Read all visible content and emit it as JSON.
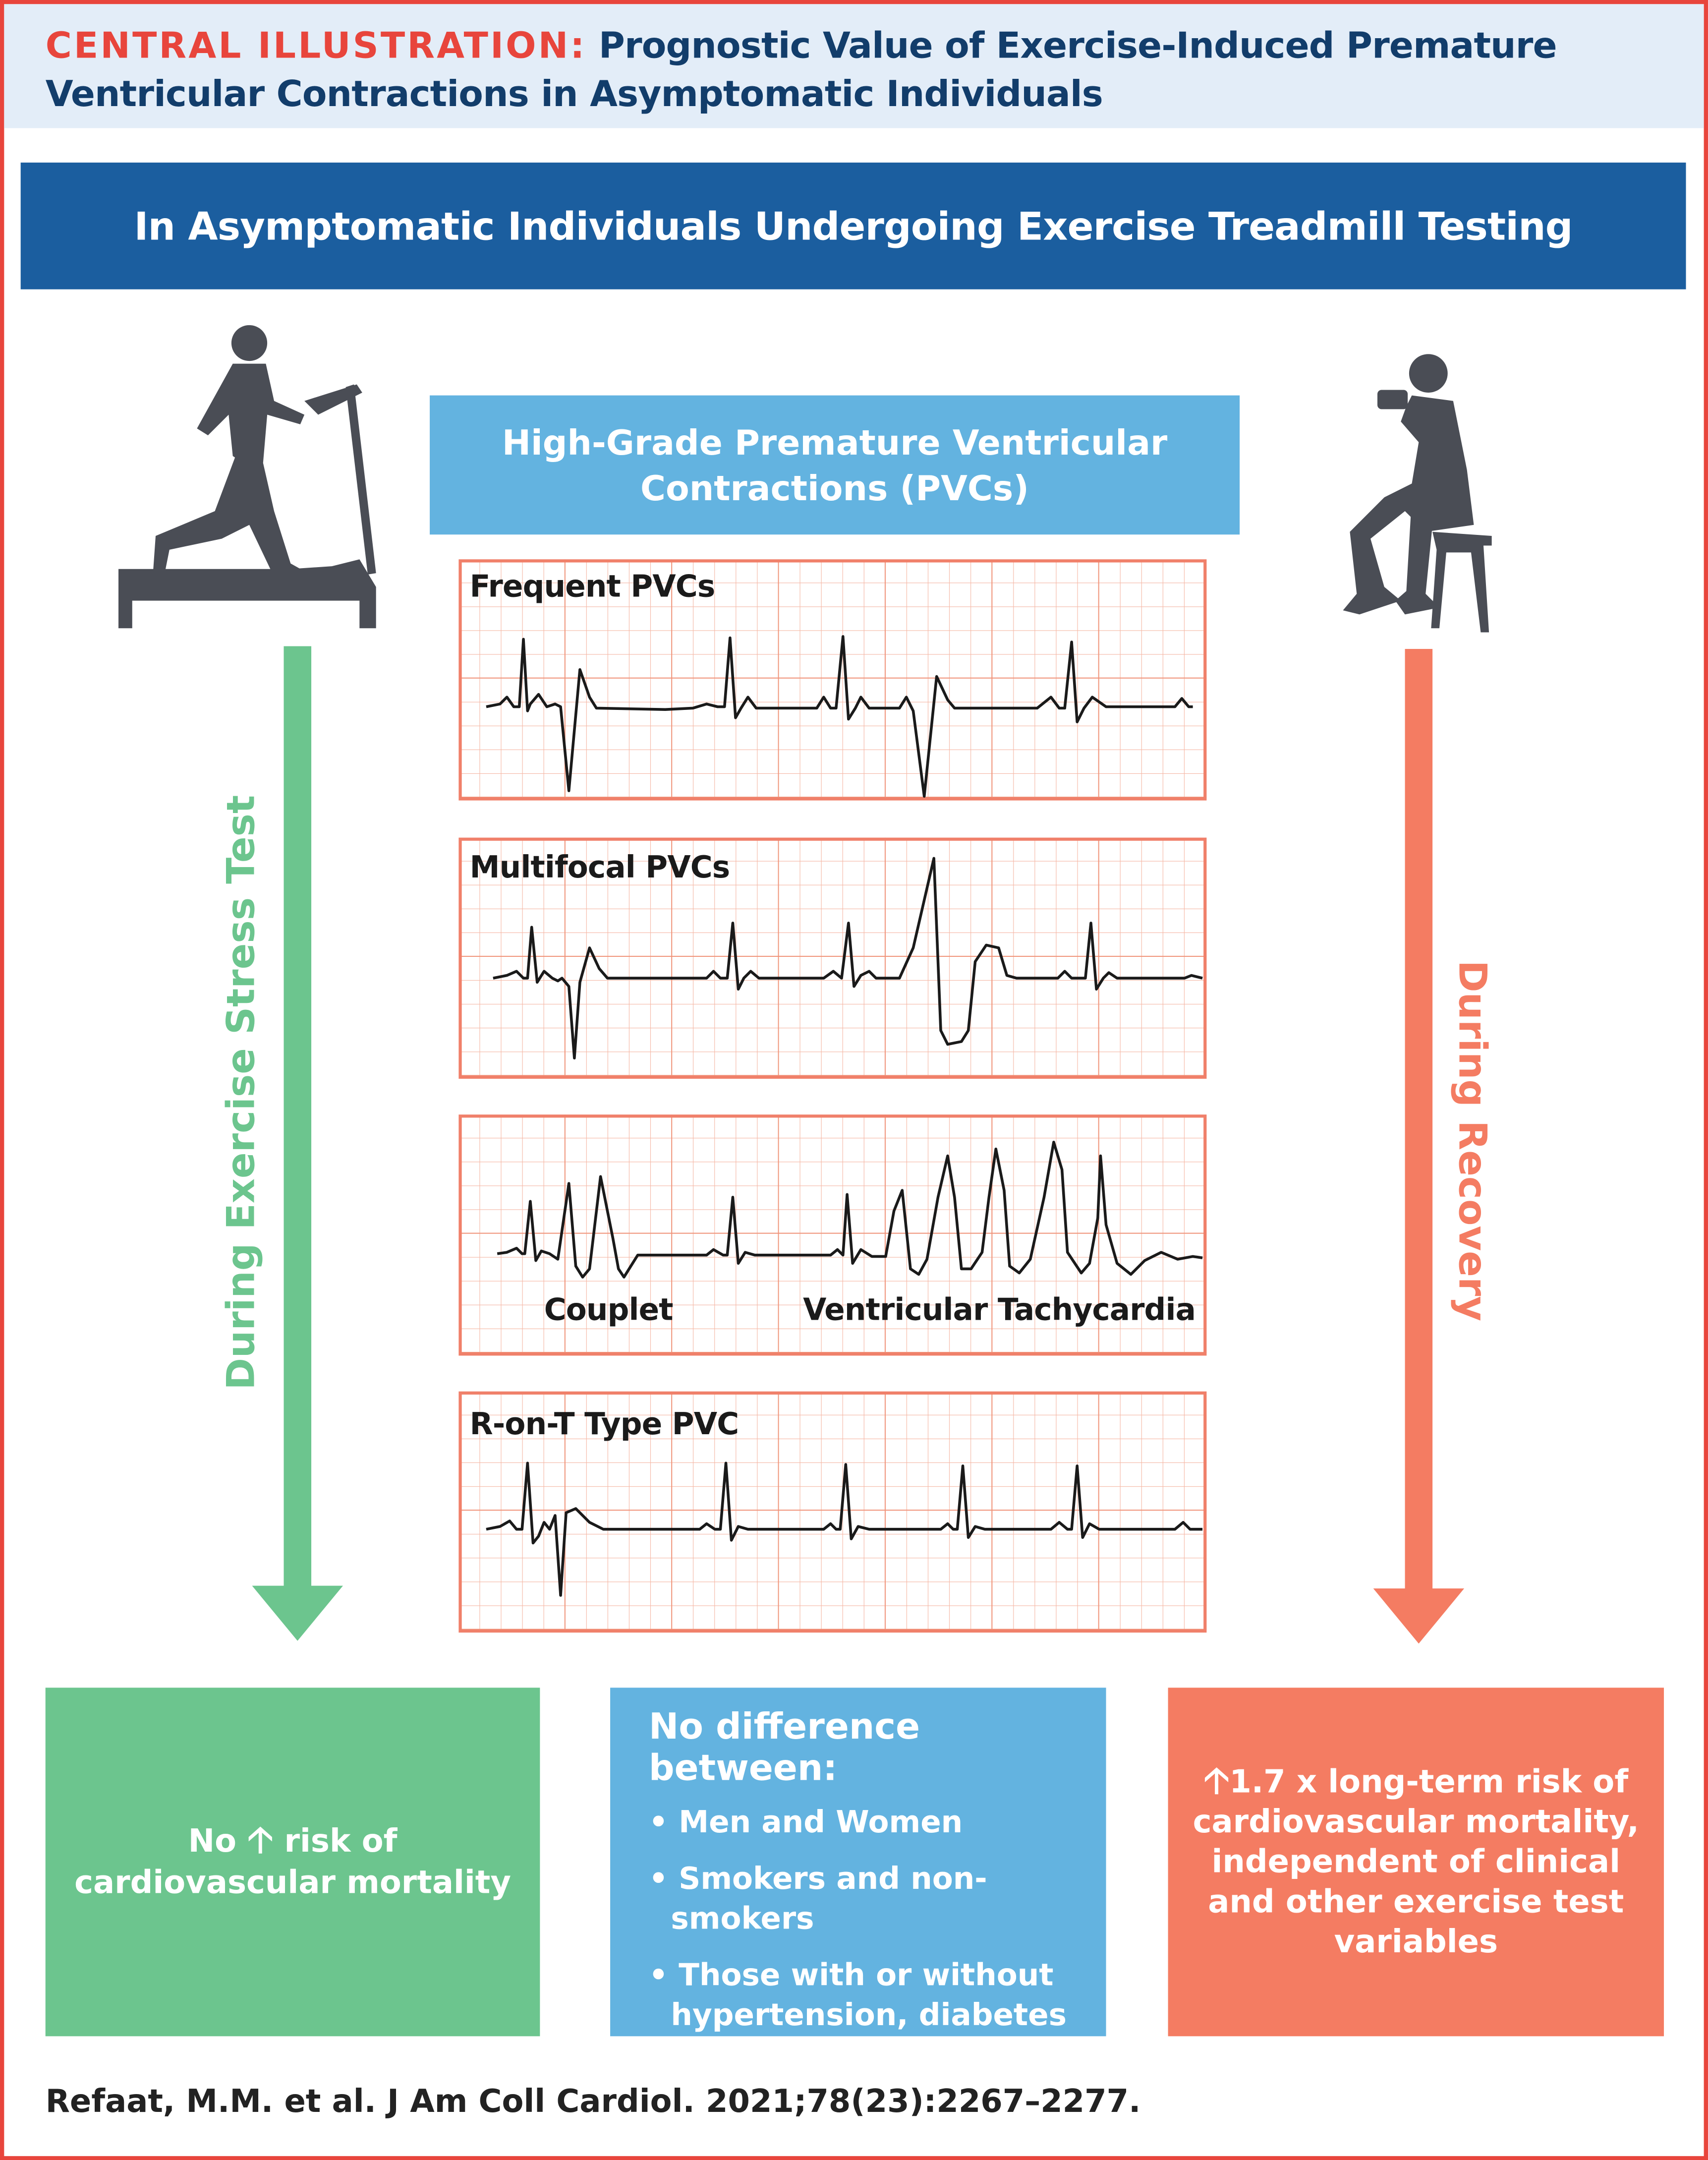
{
  "header": {
    "label": "CENTRAL ILLUSTRATION:",
    "title_line1": "Prognostic Value of Exercise-Induced Premature",
    "title_line2": "Ventricular Contractions in Asymptomatic Individuals"
  },
  "banner": "In Asymptomatic Individuals Undergoing Exercise Treadmill Testing",
  "pvc_box": {
    "line1": "High-Grade Premature Ventricular",
    "line2": "Contractions (PVCs)"
  },
  "ecg_panels": [
    {
      "label": "Frequent PVCs"
    },
    {
      "label": "Multifocal PVCs"
    },
    {
      "labels": [
        "Couplet",
        "Ventricular Tachycardia"
      ]
    },
    {
      "label": "R-on-T Type PVC"
    }
  ],
  "left_arrow_label": "During Exercise Stress Test",
  "right_arrow_label": "During Recovery",
  "icons": {
    "runner": "treadmill-runner-icon",
    "sitter": "seated-person-drinking-icon",
    "up": "up-arrow-icon"
  },
  "outcomes": {
    "exercise": {
      "pre": "No",
      "post": "risk of",
      "line2": "cardiovascular mortality"
    },
    "no_difference": {
      "heading": "No difference between:",
      "bullets": [
        "Men and Women",
        "Smokers and non-smokers",
        "Those with or without hypertension, diabetes or hyperlipidemia"
      ]
    },
    "recovery": {
      "text": "1.7 x long-term risk of cardiovascular mortality, independent of clinical and other exercise test variables"
    }
  },
  "citation": "Refaat, M.M. et al. J Am Coll Cardiol. 2021;78(23):2267–2277.",
  "colors": {
    "red": "#e8453c",
    "navy": "#123d6b",
    "blue": "#1b5e9f",
    "light_blue": "#63b3e0",
    "green": "#6cc58e",
    "orange": "#f47c62",
    "grid": "#f0947a"
  }
}
